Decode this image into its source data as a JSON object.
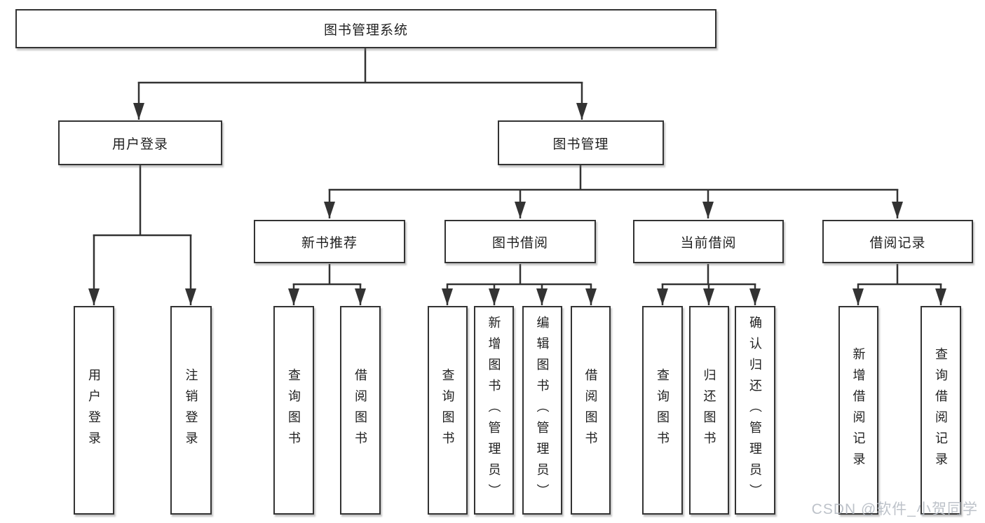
{
  "nodes": {
    "root": "图书管理系统",
    "user_login_group": "用户登录",
    "book_mgmt_group": "图书管理",
    "new_book_rec": "新书推荐",
    "book_borrow": "图书借阅",
    "current_borrow": "当前借阅",
    "borrow_records": "借阅记录",
    "leaf_user_login": "用户登录",
    "leaf_logout": "注销登录",
    "leaf_rec_query_book": "查询图书",
    "leaf_rec_borrow_book": "借阅图书",
    "leaf_bb_query_book": "查询图书",
    "leaf_bb_add_book": "新增图书（管理员）",
    "leaf_bb_edit_book": "编辑图书（管理员）",
    "leaf_bb_borrow_book": "借阅图书",
    "leaf_cb_query_book": "查询图书",
    "leaf_cb_return_book": "归还图书",
    "leaf_cb_confirm_return": "确认归还（管理员）",
    "leaf_br_add_record": "新增借阅记录",
    "leaf_br_query_record": "查询借阅记录"
  },
  "watermark": {
    "text": "CSDN @软件_小贺同学"
  },
  "colors": {
    "line": "#333333",
    "border": "#333333",
    "text": "#1f1f1f",
    "watermark": "#b6bcc4",
    "background": "#ffffff"
  }
}
